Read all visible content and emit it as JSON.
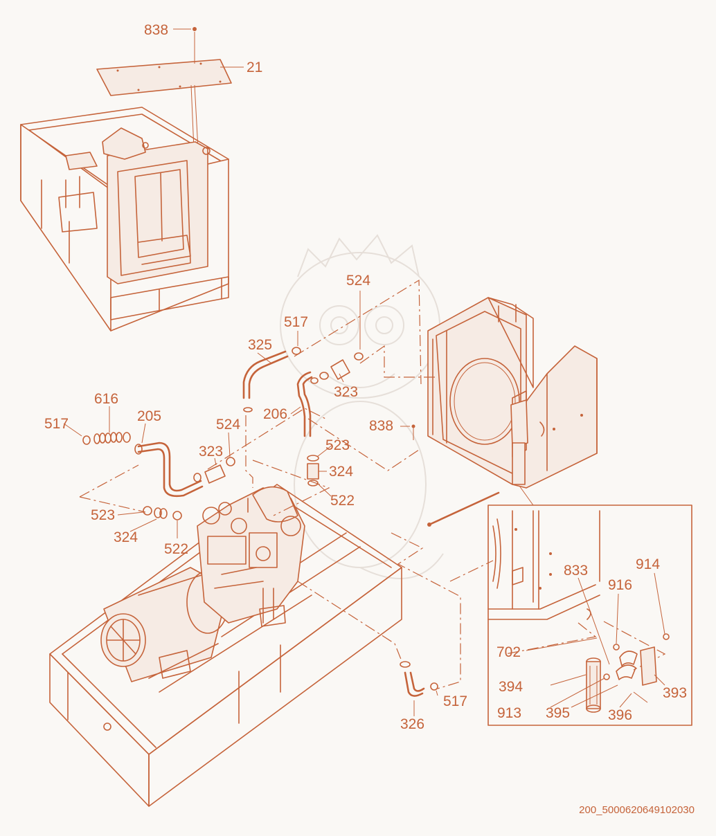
{
  "drawing": {
    "doc_number": "200_5000620649102030",
    "callouts": [
      {
        "id": "c838a",
        "text": "838"
      },
      {
        "id": "c21",
        "text": "21"
      },
      {
        "id": "c524a",
        "text": "524"
      },
      {
        "id": "c517a",
        "text": "517"
      },
      {
        "id": "c325",
        "text": "325"
      },
      {
        "id": "c323a",
        "text": "323"
      },
      {
        "id": "c206",
        "text": "206"
      },
      {
        "id": "c616",
        "text": "616"
      },
      {
        "id": "c205",
        "text": "205"
      },
      {
        "id": "c517b",
        "text": "517"
      },
      {
        "id": "c524b",
        "text": "524"
      },
      {
        "id": "c323b",
        "text": "323"
      },
      {
        "id": "c838b",
        "text": "838"
      },
      {
        "id": "c523a",
        "text": "523"
      },
      {
        "id": "c324a",
        "text": "324"
      },
      {
        "id": "c522a",
        "text": "522"
      },
      {
        "id": "c523b",
        "text": "523"
      },
      {
        "id": "c324b",
        "text": "324"
      },
      {
        "id": "c522b",
        "text": "522"
      },
      {
        "id": "c833",
        "text": "833"
      },
      {
        "id": "c914",
        "text": "914"
      },
      {
        "id": "c916",
        "text": "916"
      },
      {
        "id": "c702",
        "text": "702"
      },
      {
        "id": "c394",
        "text": "394"
      },
      {
        "id": "c393",
        "text": "393"
      },
      {
        "id": "c913",
        "text": "913"
      },
      {
        "id": "c395",
        "text": "395"
      },
      {
        "id": "c396",
        "text": "396"
      },
      {
        "id": "c517c",
        "text": "517"
      },
      {
        "id": "c326",
        "text": "326"
      }
    ]
  },
  "colors": {
    "line": "#c5633a",
    "background": "#faf8f5",
    "watermark": "#e6dfd9"
  }
}
